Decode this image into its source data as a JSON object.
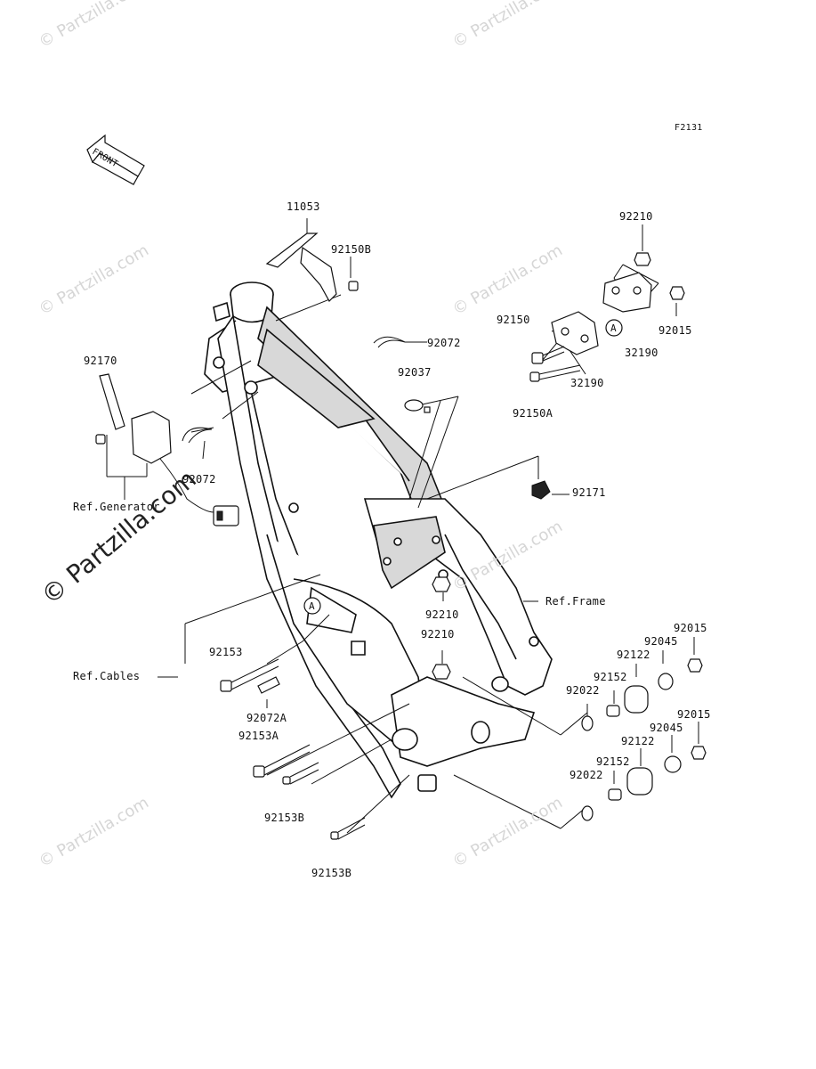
{
  "diagram": {
    "figure_code": "F2131",
    "front_label": "FRONT",
    "callout_marker": "A",
    "parts": [
      "11053",
      "92150B",
      "92210",
      "92150",
      "92015",
      "32190",
      "32190",
      "92150A",
      "92072",
      "92037",
      "92170",
      "92072",
      "92171",
      "92210",
      "92210",
      "92153",
      "92072A",
      "92153A",
      "92153B",
      "92153B",
      "92015",
      "92045",
      "92122",
      "92152",
      "92022",
      "92015",
      "92045",
      "92122",
      "92152",
      "92022"
    ],
    "references": [
      "Ref.Generator",
      "Ref.Frame",
      "Ref.Cables"
    ]
  },
  "watermark": {
    "small": "© Partzilla.com",
    "large": "© Partzilla.com"
  }
}
